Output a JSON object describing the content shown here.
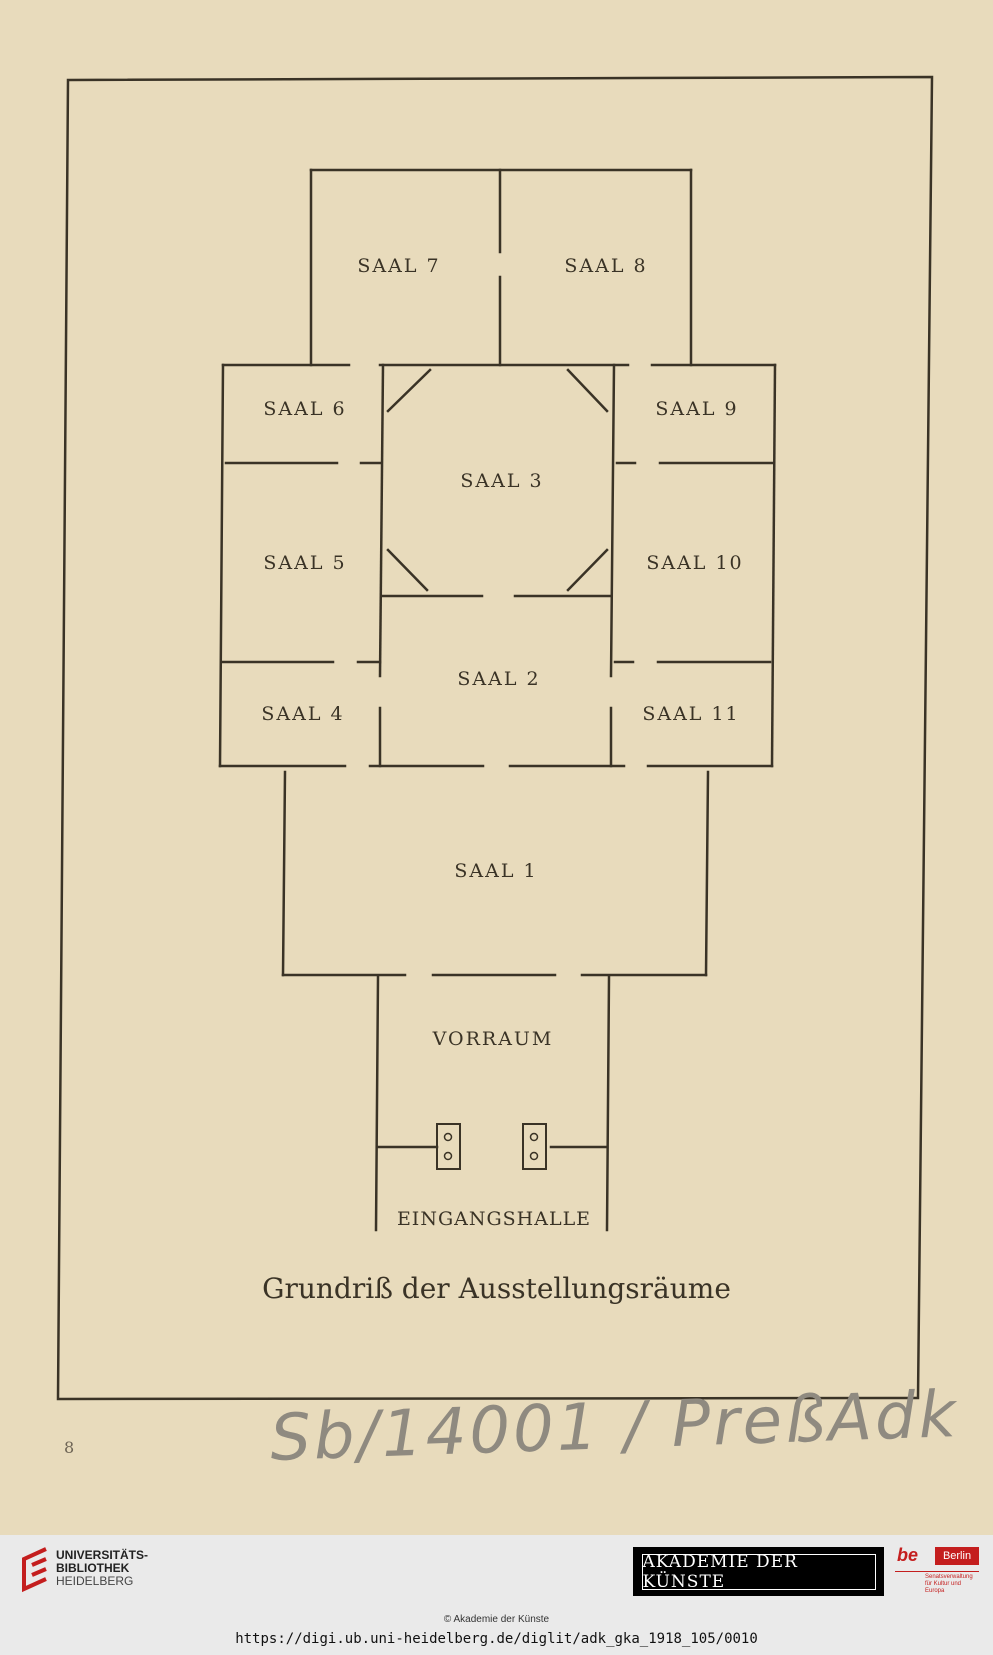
{
  "plan": {
    "rooms": [
      {
        "id": "saal7",
        "label": "SAAL 7"
      },
      {
        "id": "saal8",
        "label": "SAAL 8"
      },
      {
        "id": "saal6",
        "label": "SAAL 6"
      },
      {
        "id": "saal9",
        "label": "SAAL 9"
      },
      {
        "id": "saal3",
        "label": "SAAL 3"
      },
      {
        "id": "saal5",
        "label": "SAAL 5"
      },
      {
        "id": "saal10",
        "label": "SAAL 10"
      },
      {
        "id": "saal2",
        "label": "SAAL 2"
      },
      {
        "id": "saal4",
        "label": "SAAL 4"
      },
      {
        "id": "saal11",
        "label": "SAAL 11"
      },
      {
        "id": "saal1",
        "label": "SAAL 1"
      },
      {
        "id": "vorraum",
        "label": "VORRAUM"
      },
      {
        "id": "eingangshalle",
        "label": "EINGANGSHALLE"
      }
    ],
    "caption": "Grundriß der Ausstellungsräume"
  },
  "page_number": "8",
  "shelfmark_handwritten": "Sb/14001 / PreßAdk",
  "footer": {
    "library_name_line1": "UNIVERSITÄTS-",
    "library_name_line2": "BIBLIOTHEK",
    "library_city": "HEIDELBERG",
    "akademie_logo": "AKADEMIE DER KÜNSTE",
    "berlin_logo_be": "be",
    "berlin_logo_tag": "Berlin",
    "berlin_logo_sub": "Senatsverwaltung für Kultur und Europa",
    "copyright": "© Akademie der Künste",
    "url": "https://digi.ub.uni-heidelberg.de/diglit/adk_gka_1918_105/0010"
  },
  "colors": {
    "paper": "#e8dbbc",
    "ink": "#3a3326",
    "brand_red": "#c41e1e"
  }
}
